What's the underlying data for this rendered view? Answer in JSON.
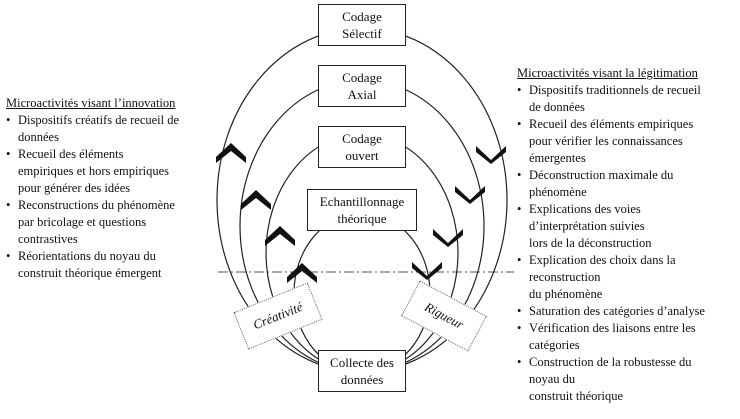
{
  "boxes": {
    "selectif": [
      "Codage",
      "Sélectif"
    ],
    "axial": [
      "Codage",
      "Axial"
    ],
    "ouvert": [
      "Codage",
      "ouvert"
    ],
    "echantillonnage": [
      "Echantillonnage",
      "théorique"
    ],
    "collecte": [
      "Collecte des",
      "données"
    ]
  },
  "tags": {
    "creativite": "Créativité",
    "rigueur": "Rigueur"
  },
  "left_panel": {
    "title": "Microactivités visant l’innovation",
    "items": [
      [
        "Dispositifs créatifs de recueil de",
        "données"
      ],
      [
        "Recueil des éléments",
        "empiriques et hors empiriques",
        "pour générer des idées"
      ],
      [
        "Reconstructions du phénomène",
        "par bricolage et questions",
        "contrastives"
      ],
      [
        "Réorientations du noyau du",
        "construit théorique émergent"
      ]
    ]
  },
  "right_panel": {
    "title": "Microactivités visant la légitimation",
    "items": [
      [
        "Dispositifs traditionnels de recueil",
        "de données"
      ],
      [
        "Recueil des éléments empiriques",
        "pour vérifier les connaissances",
        "émergentes"
      ],
      [
        "Déconstruction maximale du",
        "phénomène"
      ],
      [
        "Explications des voies",
        "d’interprétation suivies",
        "lors de la déconstruction"
      ],
      [
        "Explication des choix dans la",
        "reconstruction",
        "du phénomène"
      ],
      [
        "Saturation des catégories d’analyse"
      ],
      [
        "Vérification des liaisons entre les",
        "catégories"
      ],
      [
        "Construction de la robustesse du",
        "noyau du",
        "construit théorique"
      ]
    ]
  },
  "colors": {
    "line": "#222222",
    "dashed_line": "#555555"
  }
}
